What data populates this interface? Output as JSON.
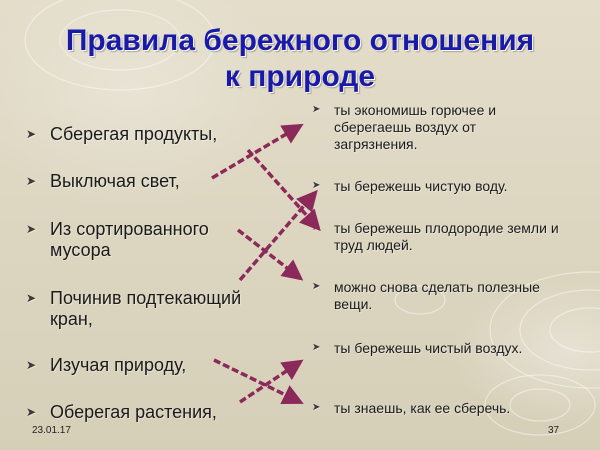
{
  "slide": {
    "title_line1": "Правила бережного отношения",
    "title_line2": "к природе",
    "bullet_icon": "arrow-bullet-icon",
    "arrow_color": "#8b2a5a",
    "title_color": "#1a1aa8",
    "left_items": [
      {
        "text": "Сберегая продукты,"
      },
      {
        "text": "Выключая свет,"
      },
      {
        "text": "Из сортированного мусора"
      },
      {
        "text": "Починив подтекающий кран,"
      },
      {
        "text": "Изучая природу,"
      },
      {
        "text": "Оберегая растения,"
      }
    ],
    "right_items": [
      {
        "text": "ты экономишь горючее и сберегаешь воздух от загрязнения."
      },
      {
        "text": "ты бережешь чистую воду."
      },
      {
        "text": "ты бережешь плодородие земли и труд людей."
      },
      {
        "text": "можно снова сделать полезные вещи."
      },
      {
        "text": "ты бережешь чистый воздух."
      },
      {
        "text": "ты знаешь, как ее сберечь."
      }
    ],
    "footer_date": "23.01.17",
    "page_number": "37"
  }
}
